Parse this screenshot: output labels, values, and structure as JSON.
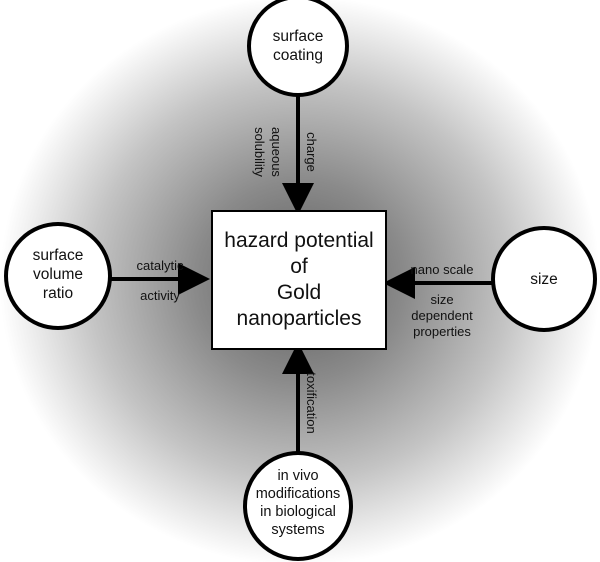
{
  "center": {
    "label_lines": [
      "hazard potential",
      "of",
      "Gold",
      "nanoparticles"
    ]
  },
  "nodes": {
    "top": {
      "label_lines": [
        "surface",
        "coating"
      ]
    },
    "left": {
      "label_lines": [
        "surface",
        "volume",
        "ratio"
      ]
    },
    "right": {
      "label_lines": [
        "size"
      ]
    },
    "bottom": {
      "label_lines": [
        "in vivo",
        "modifications",
        "in biological",
        "systems"
      ]
    }
  },
  "edges": {
    "top": {
      "labels": [
        "aqueous",
        "solubility",
        "charge"
      ]
    },
    "left": {
      "labels": [
        "catalytic",
        "activity"
      ]
    },
    "right": {
      "labels": [
        "nano scale",
        "size",
        "dependent",
        "properties"
      ]
    },
    "bottom": {
      "labels": [
        "toxification"
      ]
    }
  }
}
